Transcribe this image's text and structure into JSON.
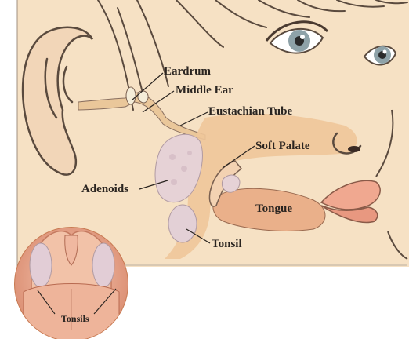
{
  "labels": {
    "eardrum": "Eardrum",
    "middle_ear": "Middle Ear",
    "eustachian_tube": "Eustachian Tube",
    "soft_palate": "Soft Palate",
    "adenoids": "Adenoids",
    "tongue": "Tongue",
    "tonsil": "Tonsil",
    "tonsils": "Tonsils"
  },
  "colors": {
    "skin": "#f6e1c4",
    "outline": "#5a4a3e",
    "passage": "#f0c79a",
    "tissue": "#e3d0d6",
    "inset_border": "#c87a52"
  }
}
